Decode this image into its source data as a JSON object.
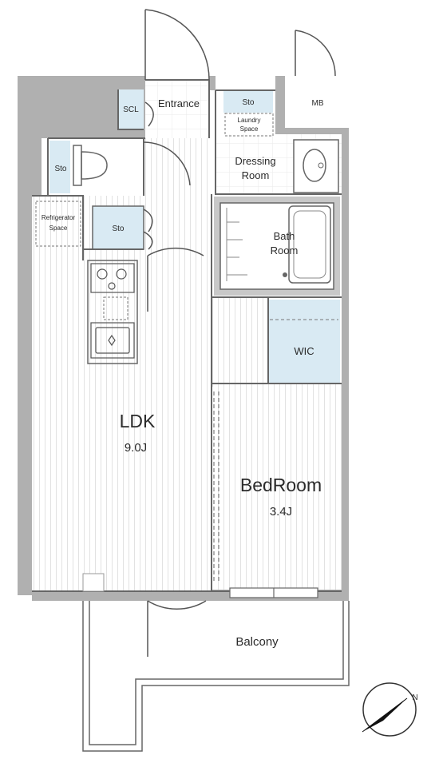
{
  "rooms": {
    "ldk": {
      "name": "LDK",
      "size": "9.0J"
    },
    "bedroom": {
      "name": "BedRoom",
      "size": "3.4J"
    },
    "balcony": "Balcony",
    "entrance": "Entrance",
    "scl": "SCL",
    "mb": "MB",
    "sto_entrance": "Sto",
    "laundry_l1": "Laundry",
    "laundry_l2": "Space",
    "dressing_l1": "Dressing",
    "dressing_l2": "Room",
    "bath_l1": "Bath",
    "bath_l2": "Room",
    "sto_toilet": "Sto",
    "sto_main": "Sto",
    "refrig_l1": "Refrigerator",
    "refrig_l2": "Space",
    "wic": "WIC"
  },
  "colors": {
    "wall": "#b0b0b0",
    "storage": "#d9eaf3",
    "outline": "#666666",
    "floor_stripe": "#e3e3e3"
  },
  "compass": {
    "label": "N",
    "icon": "north-arrow-icon"
  }
}
